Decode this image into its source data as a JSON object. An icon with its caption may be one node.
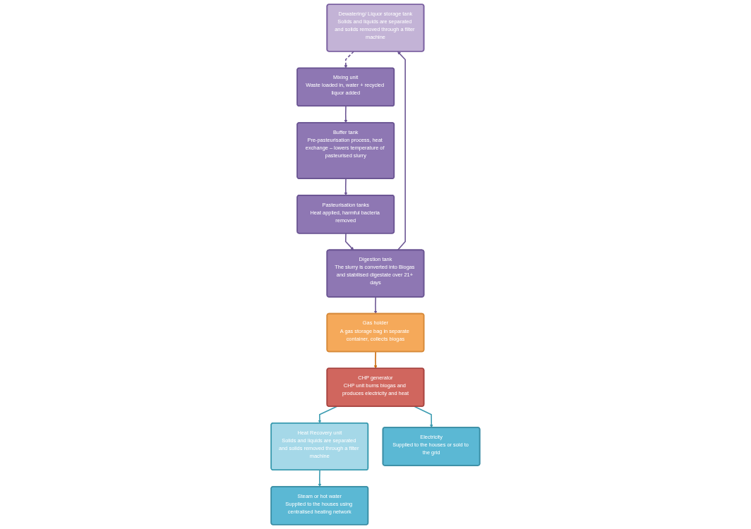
{
  "diagram": {
    "nodes": [
      {
        "text": [
          "Steam or hot water",
          "Supplied to the houses using centralised heating network"
        ]
      },
      {
        "text": [
          "Dewatering/ Liquor storage tank",
          "Solids and liquids are separated and solids removed through a filter machine"
        ]
      },
      {
        "text": [
          "Mixing unit",
          "Waste loaded in, water + recycled liquor added"
        ]
      },
      {
        "text": [
          "Heat Recovery unit",
          "Solids and liquids are separated and solids removed through a filter machine"
        ]
      },
      {
        "text": [
          "Digestion tank",
          "The slurry is converted into Biogas and stabilised digestate over 21+ days"
        ]
      },
      {
        "text": [
          "Buffer tank",
          "Pre-pasteurisation process, heat exchange – lowers temperature of pasteurised slurry"
        ]
      },
      {
        "text": [
          "CHP generator",
          "CHP unit burns biogas and produces electricity and heat"
        ]
      },
      {
        "text": [
          "Gas holder",
          "A gas storage bag in separate container, collects biogas"
        ]
      },
      {
        "text": [
          "Pasteurisation tanks",
          "Heat applied, harmful bacteria removed"
        ]
      },
      {
        "text": [
          "Electricity",
          "Supplied to the houses or sold to the grid"
        ]
      }
    ],
    "edges": [
      {
        "from": 1,
        "to": 2,
        "arrow": "to",
        "style": "dashed"
      },
      {
        "from": 2,
        "to": 5,
        "arrow": "to"
      },
      {
        "from": 5,
        "to": 8,
        "arrow": "to"
      },
      {
        "from": 8,
        "to": 4,
        "arrow": "to"
      },
      {
        "from": 4,
        "to": 1,
        "arrow": "to"
      },
      {
        "from": 4,
        "to": 7,
        "arrow": "to"
      },
      {
        "from": 7,
        "to": 6,
        "arrow": "to",
        "color": "#c8680a"
      },
      {
        "from": 6,
        "to": 3,
        "arrow": "to",
        "color": "#3a9bb0"
      },
      {
        "from": 3,
        "to": 0,
        "arrow": "to",
        "color": "#3a9bb0"
      },
      {
        "from": 6,
        "to": 9,
        "arrow": "to",
        "color": "#3a9bb0"
      }
    ]
  }
}
